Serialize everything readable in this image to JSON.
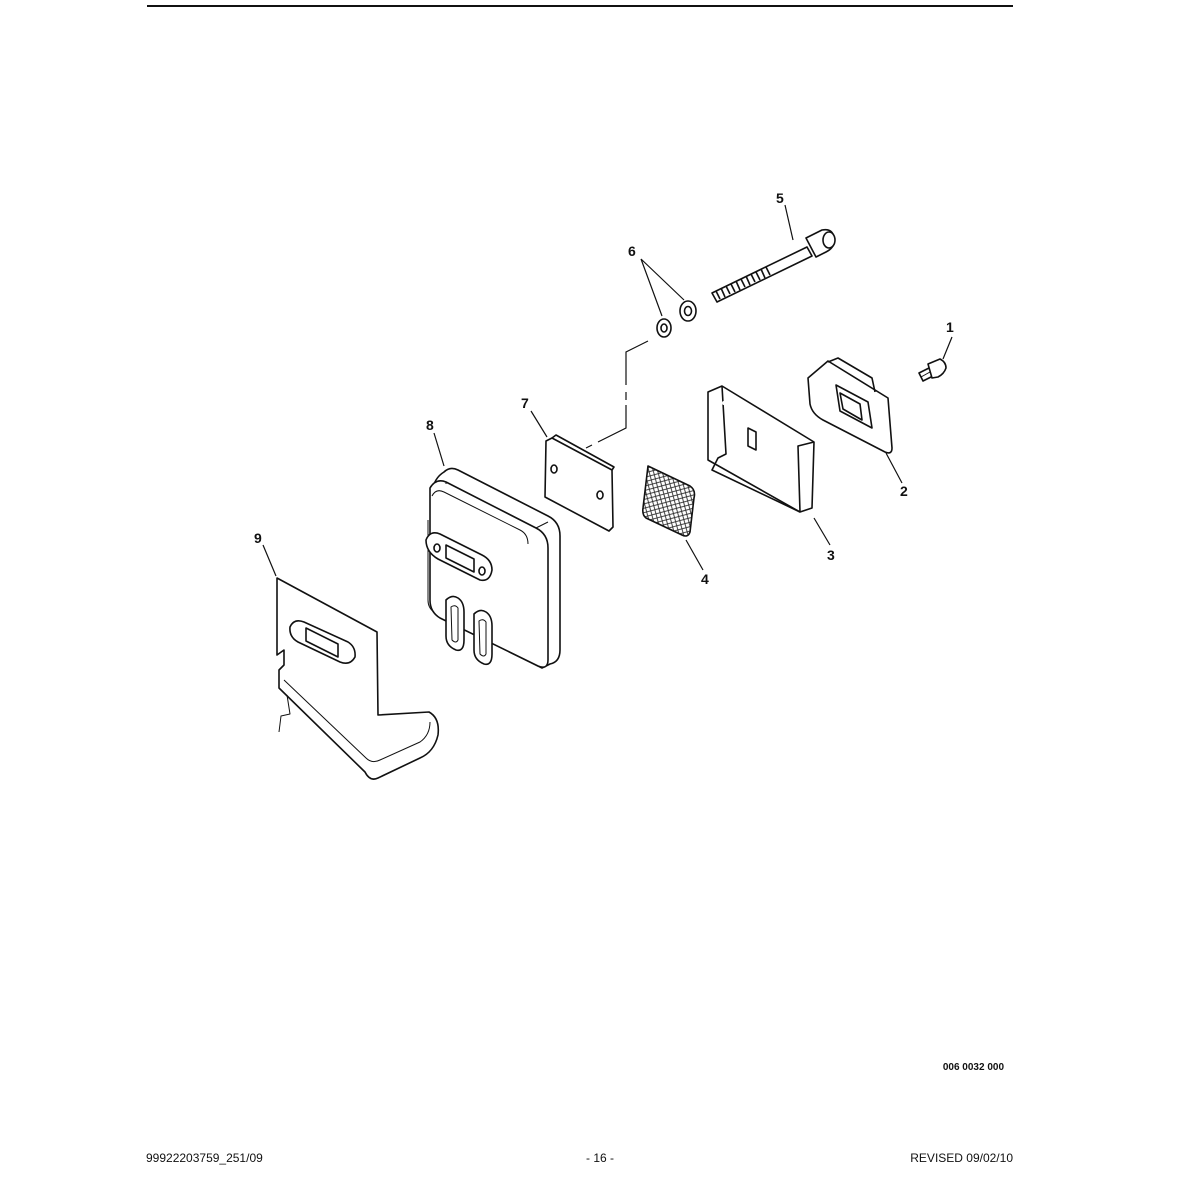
{
  "diagram": {
    "callouts": {
      "c1": "1",
      "c2": "2",
      "c3": "3",
      "c4": "4",
      "c5": "5",
      "c6": "6",
      "c7": "7",
      "c8": "8",
      "c9": "9"
    },
    "drawing_number": "006 0032 000"
  },
  "footer": {
    "document_code": "99922203759_251/09",
    "page_number": "- 16 -",
    "revision": "REVISED 09/02/10"
  }
}
